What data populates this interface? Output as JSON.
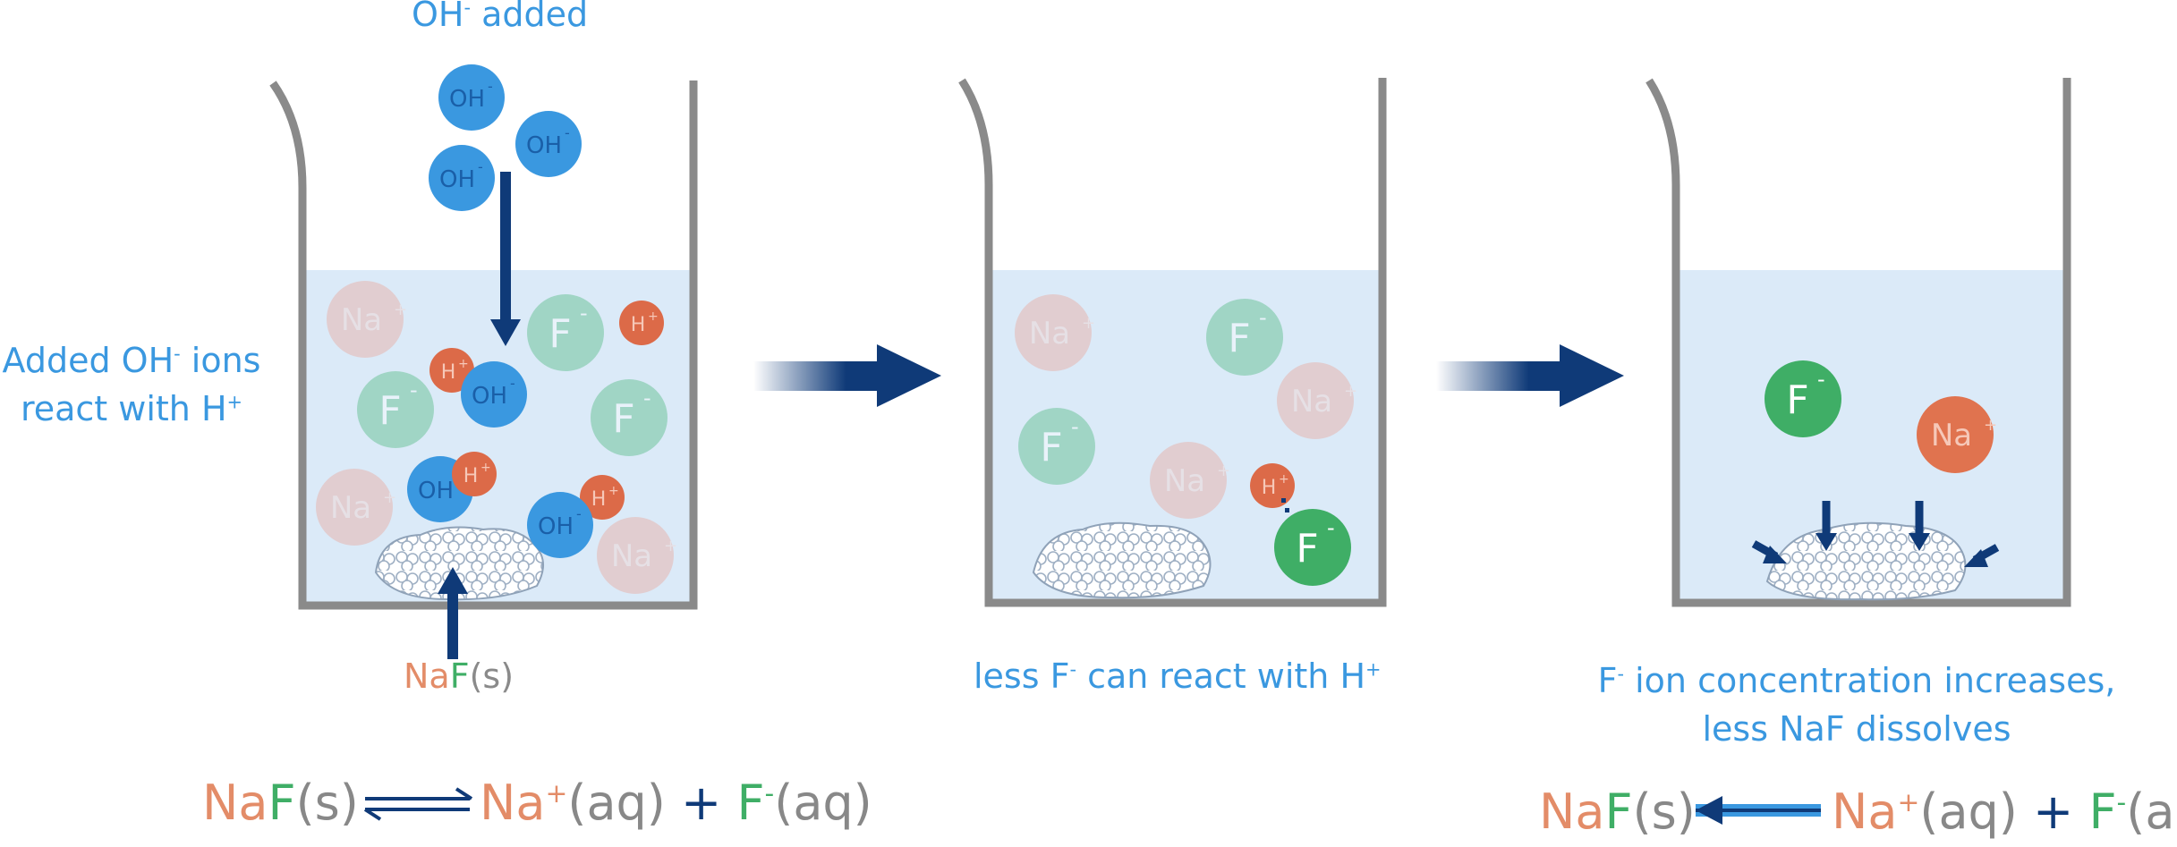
{
  "panel1": {
    "top_label_base": "OH",
    "top_label_sup": "-",
    "top_label_rest": " added",
    "side_label_line1_base": "Added OH",
    "side_label_line1_sup": "-",
    "side_label_line1_rest": " ions",
    "side_label_line2_base": "react with H",
    "side_label_line2_sup": "+",
    "solid_na": "Na",
    "solid_f": "F",
    "solid_state": "(s)"
  },
  "panel2": {
    "caption_base": "less F",
    "caption_sup": "-",
    "caption_rest": " can react with H",
    "caption_sup2": "+"
  },
  "panel3": {
    "caption_line1_base": "F",
    "caption_line1_sup": "-",
    "caption_line1_rest": " ion concentration increases,",
    "caption_line2": "less NaF dissolves"
  },
  "equation": {
    "na": "Na",
    "f": "F",
    "s": "(s)",
    "na_ion": "Na",
    "plus_sup": "+",
    "aq": "(aq)",
    "plus": " + ",
    "f_ion": "F",
    "minus_sup": "-",
    "aq2": "(aq)"
  },
  "ion_labels": {
    "oh": "OH",
    "oh_charge": "-",
    "f": "F",
    "f_charge": "-",
    "na": "Na",
    "na_charge": "+",
    "h": "H",
    "h_charge": "+"
  },
  "colors": {
    "oh_ion": "#3a98e0",
    "f_ion": "#3fae66",
    "na_ion": "#e0734f",
    "h_ion": "#dc6a48",
    "arrow": "#0f3a78",
    "water": "#dbeaf8",
    "beaker": "#8a8a8a"
  }
}
